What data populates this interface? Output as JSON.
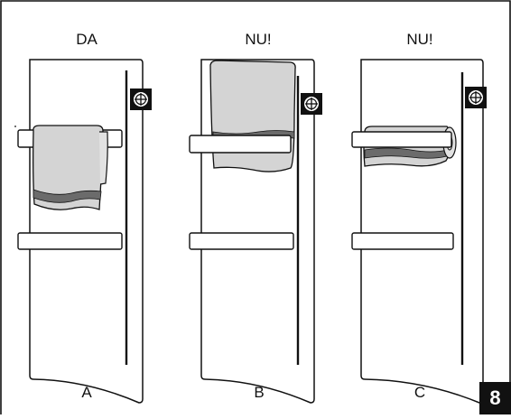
{
  "figure": {
    "number": "8"
  },
  "panels": [
    {
      "id": "A",
      "top_label": "DA",
      "bottom_label": "A",
      "towel": "folded"
    },
    {
      "id": "B",
      "top_label": "NU!",
      "bottom_label": "B",
      "towel": "covering"
    },
    {
      "id": "C",
      "top_label": "NU!",
      "bottom_label": "C",
      "towel": "rolled"
    }
  ],
  "colors": {
    "line": "#111111",
    "towel_fill": "#d4d4d4",
    "towel_band": "#6b6b6b",
    "panel_fill": "#ffffff"
  },
  "icons": {
    "control_unit": "control-knob-icon"
  }
}
